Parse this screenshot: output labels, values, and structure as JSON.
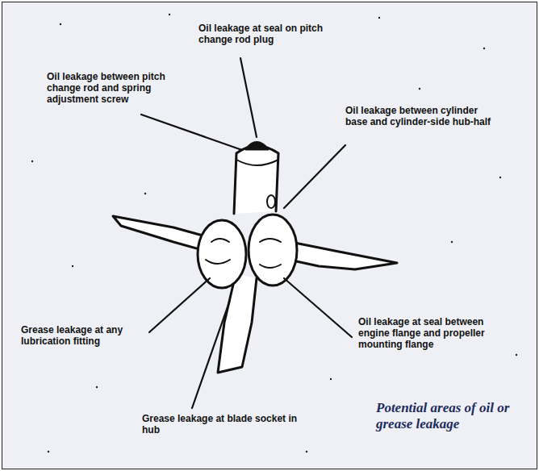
{
  "diagram": {
    "caption": "Potential areas of oil or grease leakage",
    "labels": [
      "Oil leakage between pitch change rod and spring adjustment screw",
      "Oil leakage at seal on pitch change rod plug",
      "Oil leakage between cylinder base and cylinder-side hub-half",
      "Grease leakage at any lubrication fitting",
      "Oil leakage at seal between engine flange and propeller mounting flange",
      "Grease leakage at blade socket in hub"
    ]
  }
}
